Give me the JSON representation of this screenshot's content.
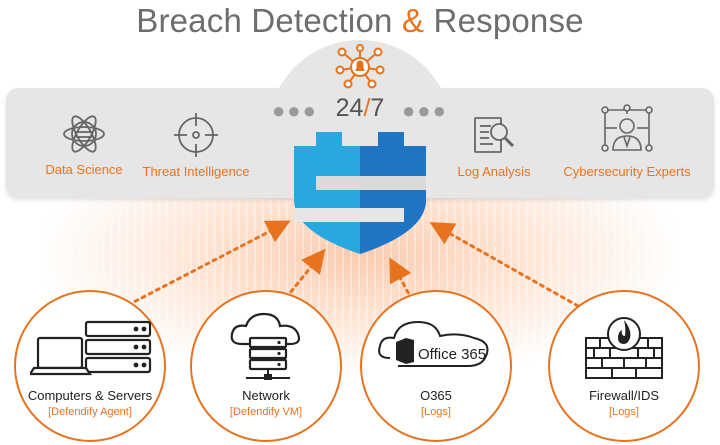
{
  "title": {
    "before": "Breach Detection ",
    "amp": "&",
    "after": " Response"
  },
  "availability": {
    "left": "24",
    "slash": "/",
    "right": "7"
  },
  "services": {
    "data_science": "Data Science",
    "threat_intelligence": "Threat Intelligence",
    "log_analysis": "Log Analysis",
    "cybersecurity_experts": "Cybersecurity Experts"
  },
  "sources": [
    {
      "name": "Computers & Servers",
      "sub": "[Defendify Agent]"
    },
    {
      "name": "Network",
      "sub": "[Defendify VM]"
    },
    {
      "name": "O365",
      "sub": "[Logs]",
      "logo": "Office 365"
    },
    {
      "name": "Firewall/IDS",
      "sub": "[Logs]"
    }
  ],
  "colors": {
    "accent": "#e8731e",
    "shield_light": "#29a8e0",
    "shield_dark": "#1f74c4",
    "title": "#6d6d6d"
  },
  "icons": [
    "atom-icon",
    "crosshair-icon",
    "log-search-icon",
    "expert-network-icon",
    "alert-network-icon",
    "laptop-server-icon",
    "cloud-server-icon",
    "office365-icon",
    "firewall-icon",
    "shield-logo-icon"
  ]
}
